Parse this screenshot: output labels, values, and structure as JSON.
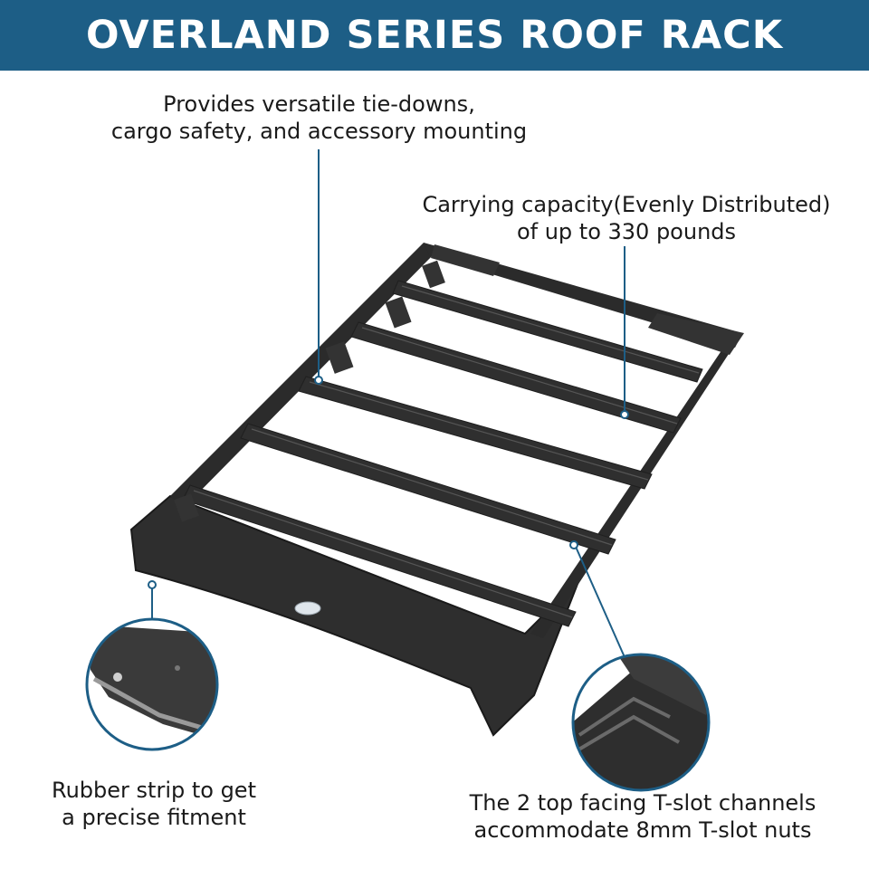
{
  "banner": {
    "title": "OVERLAND SERIES ROOF RACK",
    "color": "#1d5e86"
  },
  "callouts": {
    "tiedowns": {
      "line1": "Provides versatile tie-downs,",
      "line2": "cargo safety, and accessory mounting"
    },
    "capacity": {
      "line1": "Carrying capacity(Evenly Distributed)",
      "line2": "of up to 330 pounds"
    },
    "rubber": {
      "line1": "Rubber strip to get",
      "line2": "a precise fitment"
    },
    "tslot": {
      "line1": "The 2 top facing T-slot channels",
      "line2": "accommodate 8mm T-slot nuts"
    }
  },
  "leader_color": "#1d5e86",
  "product_color": "#2b2b2b"
}
